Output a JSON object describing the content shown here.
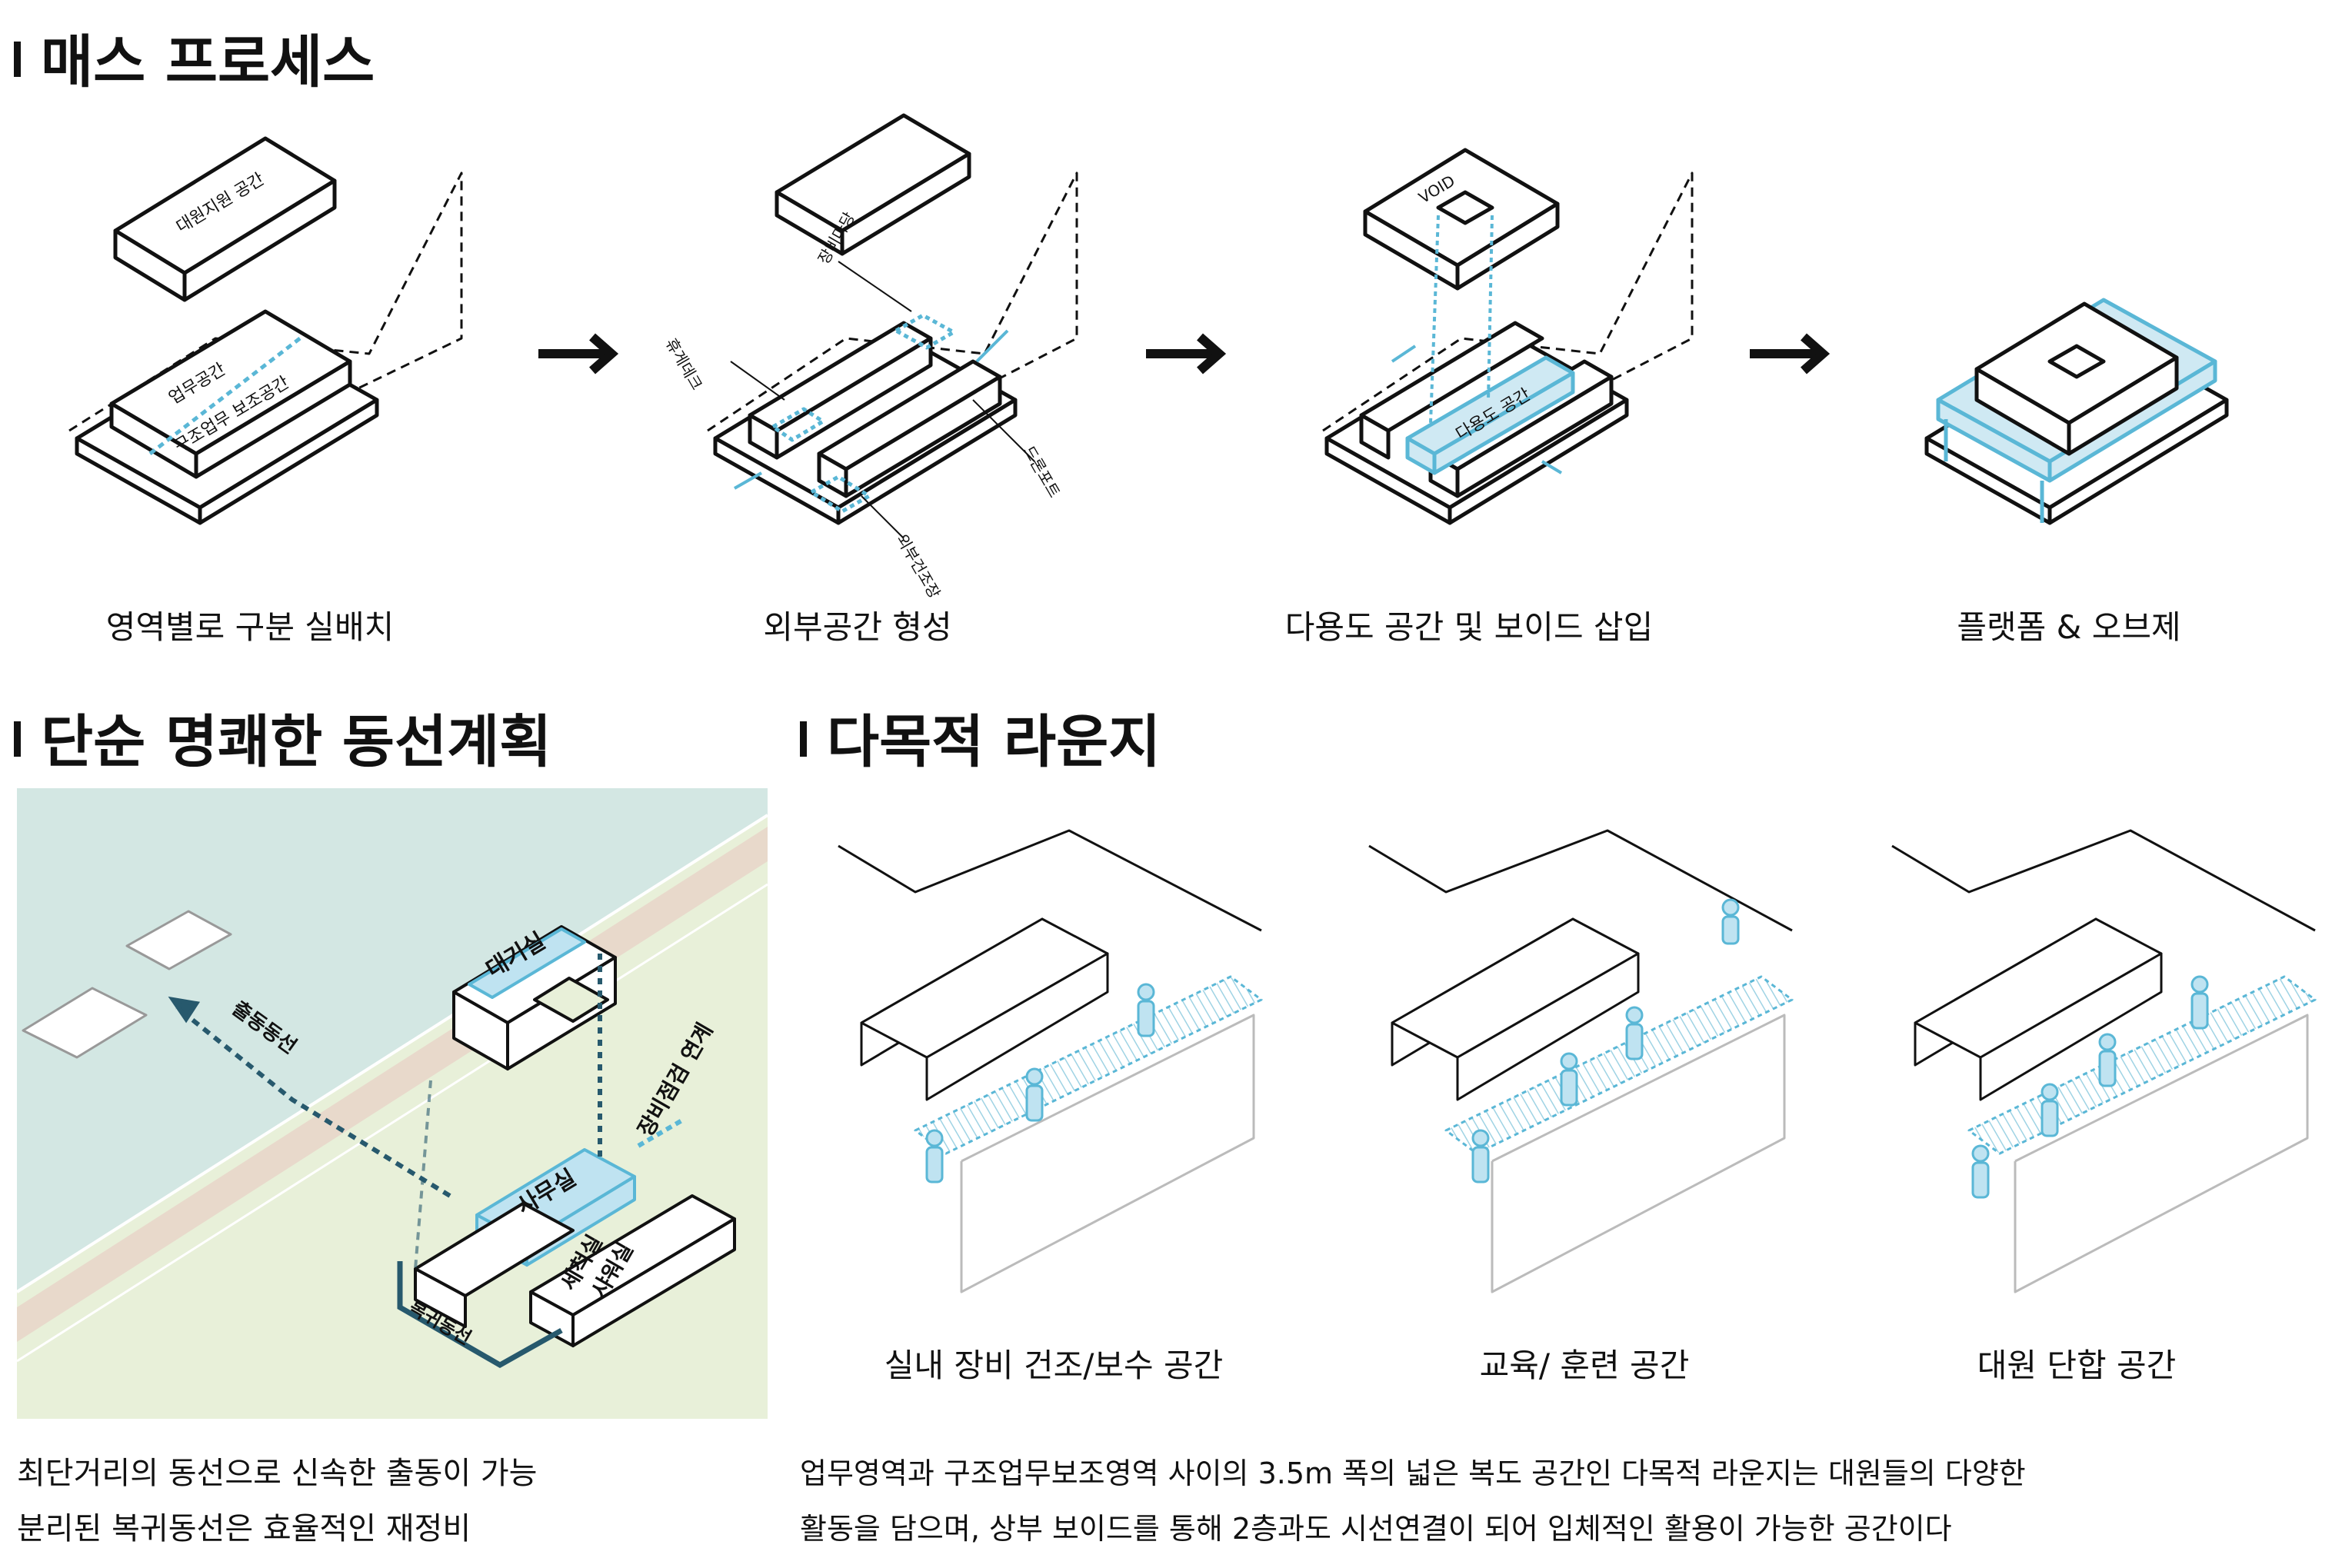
{
  "sections": {
    "mass_process": "매스 프로세스",
    "circulation": "단순 명쾌한 동선계획",
    "lounge": "다목적 라운지"
  },
  "process": {
    "steps": [
      {
        "caption": "영역별로 구분 실배치",
        "labels": {
          "upper_block": "대원지원 공간",
          "lower_a": "업무공간",
          "lower_b": "구조업무 보조공간"
        }
      },
      {
        "caption": "외부공간 형성",
        "labels": {
          "yard": "장비마당",
          "deck": "휴게데크",
          "front": "드론포트",
          "dry": "외부건조장"
        }
      },
      {
        "caption": "다용도 공간 및 보이드 삽입",
        "labels": {
          "void": "VOID",
          "multi": "다용도 공간"
        }
      },
      {
        "caption": "플랫폼 & 오브제",
        "labels": {}
      }
    ]
  },
  "circulation": {
    "labels": {
      "waiting": "대기실",
      "office": "사무실",
      "wash1": "세척실",
      "wash2": "샤워실",
      "dispatch": "출동동선",
      "equip": "장비점검 연계",
      "return": "복귀동선"
    },
    "colors": {
      "water": "#d3e7e3",
      "road": "#e8d9cb",
      "grass": "#e8f0d9",
      "accent": "#5ab7d6",
      "route": "#27596d"
    },
    "text": [
      "최단거리의 동선으로 신속한 출동이 가능",
      "분리된 복귀동선은 효율적인 재정비"
    ]
  },
  "lounge": {
    "captions": [
      "실내 장비 건조/보수 공간",
      "교육/ 훈련 공간",
      "대원 단합 공간"
    ],
    "text": [
      "업무영역과 구조업무보조영역 사이의 3.5m 폭의 넓은 복도 공간인 다목적 라운지는 대원들의 다양한",
      "활동을 담으며, 상부 보이드를 통해 2층과도 시선연결이 되어 입체적인 활용이 가능한 공간이다"
    ]
  }
}
